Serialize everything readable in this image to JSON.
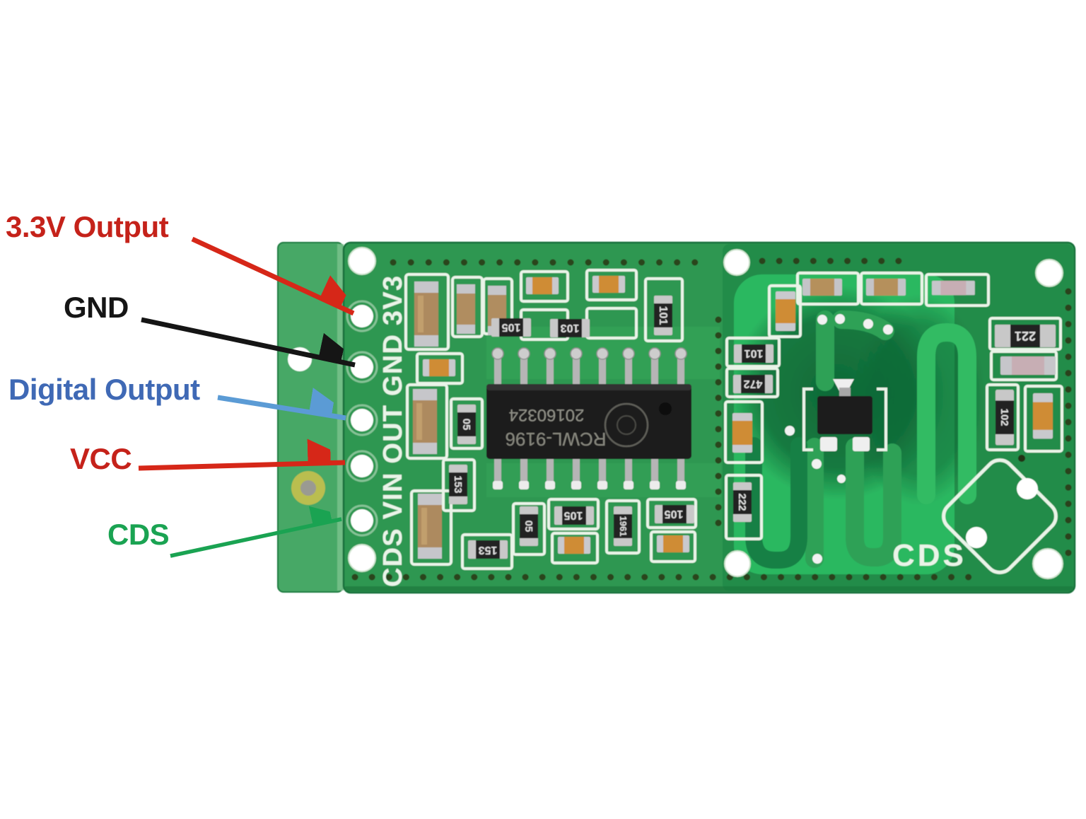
{
  "annotations": {
    "items": [
      {
        "label": "3.3V Output",
        "color": "#c5221a",
        "arrow_color": "#d62718"
      },
      {
        "label": "GND",
        "color": "#151515",
        "arrow_color": "#151515"
      },
      {
        "label": "Digital Output",
        "color": "#3f69b5",
        "arrow_color": "#5b9bd5"
      },
      {
        "label": "VCC",
        "color": "#d01f14",
        "arrow_color": "#d62718"
      },
      {
        "label": "CDS",
        "color": "#1aa352",
        "arrow_color": "#1aa352"
      }
    ]
  },
  "silkscreen": {
    "pin_labels": "CDS VIN OUT GND 3V3",
    "antenna_label": "CDS"
  },
  "ic": {
    "part_number": "RCWL-9196",
    "date_code": "20160324"
  },
  "smd_labels": [
    "105",
    "103",
    "101",
    "05",
    "153",
    "153",
    "05",
    "105",
    "1961",
    "105",
    "101",
    "472",
    "222",
    "221",
    "102"
  ],
  "colors": {
    "board_green": "#2f9751",
    "board_green_right": "#238c49",
    "strip_green": "#47a866",
    "rf_bright_green": "#2cb861",
    "rf_dark_green": "#0e6535",
    "silkscreen_white": "#e9f4e8",
    "ic_black": "#1b1b1b"
  }
}
